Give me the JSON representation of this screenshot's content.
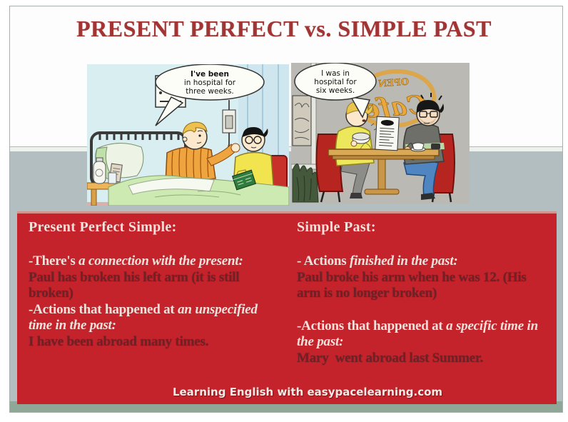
{
  "title": "PRESENT PERFECT vs. SIMPLE PAST",
  "cartoons": {
    "left": {
      "bubble_lines": [
        "I've been",
        "in hospital for",
        "three weeks."
      ]
    },
    "right": {
      "bubble_lines": [
        "I was in",
        "hospital for",
        "six weeks."
      ],
      "sign_main": "Cafe",
      "sign_top": "OPEN"
    }
  },
  "panel": {
    "left_column": {
      "heading": "Present Perfect Simple:",
      "point1_lead": "-There's ",
      "point1_italic": "a connection with the present:",
      "example1": "Paul has broken his left arm (it is still broken)",
      "point2_lead": "-Actions that happened at ",
      "point2_italic": "an unspecified time in the past:",
      "example2": "I have been abroad many times."
    },
    "right_column": {
      "heading": "Simple Past:",
      "point1_lead": "- Actions ",
      "point1_italic": "finished in the past:",
      "example1": "Paul broke his arm when he was 12. (His arm is no longer broken)",
      "point2_lead": "-Actions that happened at ",
      "point2_italic": "a specific time in the past:",
      "example2": "Mary  went abroad last Summer."
    },
    "footer": "Learning English with easypacelearning.com"
  },
  "colors": {
    "title_red": "#a23434",
    "panel_red": "#c4232b",
    "light_text": "#f3e2dc",
    "dark_text": "#6e2228",
    "gray_band": "#b3bec1",
    "green_band": "#8ea796"
  }
}
